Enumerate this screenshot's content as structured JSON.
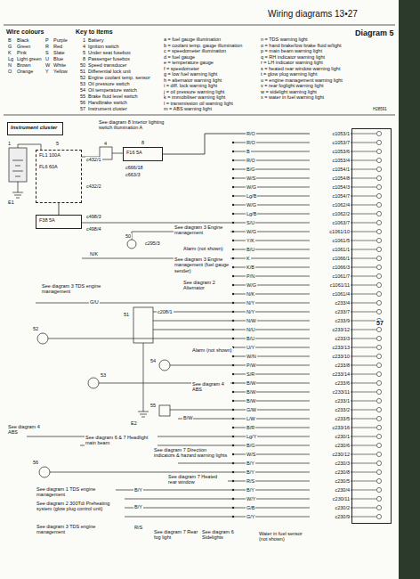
{
  "diagram": {
    "nodes": [
      {
        "text": [
          "Instrument cluster"
        ]
      },
      {
        "text": [
          "FL1 100A",
          "FL6 60A"
        ]
      },
      {
        "text": [
          "F38 5A"
        ]
      },
      {
        "text": [
          "F16 5A"
        ]
      },
      {
        "text": [
          "57"
        ]
      }
    ],
    "edges": [
      {
        "from": 1,
        "to": 2,
        "arrow": "none"
      },
      {
        "from": 3,
        "to": 4,
        "arrow": "none"
      }
    ],
    "labels": [
      "Wiring diagrams 13•27",
      "Diagram 5",
      "H28591",
      "Wire colours",
      "B",
      "Black",
      "P",
      "Purple",
      "G",
      "Green",
      "R",
      "Red",
      "K",
      "Pink",
      "S",
      "Slate",
      "Lg",
      "Light green",
      "U",
      "Blue",
      "N",
      "Brown",
      "W",
      "White",
      "O",
      "Orange",
      "Y",
      "Yellow",
      "Key to items",
      "1",
      "Battery",
      "4",
      "Ignition switch",
      "5",
      "Under seat fusebox",
      "8",
      "Passenger fusebox",
      "50",
      "Speed transducer",
      "51",
      "Differential lock unit",
      "52",
      "Engine coolant temp. sensor",
      "53",
      "Oil pressure switch",
      "54",
      "Oil temperature switch",
      "55",
      "Brake fluid level switch",
      "56",
      "Handbrake switch",
      "57",
      "Instrument cluster",
      "a = fuel gauge illumination",
      "b = coolant temp. gauge illumination",
      "c = speedometer illumination",
      "d = fuel gauge",
      "e = temperature gauge",
      "f = speedometer",
      "g = low fuel warning light",
      "h = alternator warning light",
      "i = diff. lock warning light",
      "j = oil pressure warning light",
      "k = immobiliser warning light",
      "l = transmission oil warning light",
      "m = ABS warning light",
      "n = TDS warning light",
      "o = hand brake/low brake fluid w/light",
      "p = main beam warning light",
      "q = RH indicator warning light",
      "r = LH indicator warning light",
      "s = heated rear window warning light",
      "t = glow plug warning light",
      "u = engine management warning light",
      "v = rear foglight warning light",
      "w = sidelight warning light",
      "x = water in fuel warning light",
      "c1053/1",
      "c1053/7",
      "c1053/6",
      "c1053/4",
      "c1054/1",
      "c1054/8",
      "c1054/3",
      "c1054/7",
      "c1062/4",
      "c1062/2",
      "c1063/7",
      "c1061/10",
      "c1061/5",
      "c1061/1",
      "c1066/1",
      "c1066/3",
      "c1061/7",
      "c1061/11",
      "c1061/4",
      "c233/4",
      "c233/7",
      "c233/9",
      "c233/12",
      "c233/3",
      "c233/13",
      "c233/10",
      "c233/8",
      "c233/14",
      "c233/6",
      "c233/11",
      "c233/1",
      "c233/2",
      "c233/5",
      "c233/16",
      "c230/1",
      "c230/6",
      "c230/12",
      "c230/3",
      "c230/8",
      "c230/5",
      "c230/4",
      "c230/11",
      "c230/2",
      "c230/9",
      "R/O",
      "R/O",
      "B",
      "R/O",
      "B/G",
      "W/S",
      "W/G",
      "Lg/B",
      "W/G",
      "Lg/B",
      "S/U",
      "W/G",
      "Y/K",
      "B/U",
      "K",
      "K/B",
      "P/N",
      "W/G",
      "N/K",
      "N/Y",
      "N/Y",
      "N/W",
      "N/U",
      "B/U",
      "U/Y",
      "W/N",
      "P/W",
      "S/R",
      "B/W",
      "B/W",
      "B/W",
      "G/W",
      "L/W",
      "B/R",
      "Lg/Y",
      "B/G",
      "W/S",
      "B/Y",
      "B/Y",
      "R/S",
      "B/Y",
      "W/Y",
      "G/B",
      "G/Y",
      "1",
      "E1",
      "5",
      "c432/1",
      "c432/2",
      "c498/3",
      "c498/4",
      "4",
      "8",
      "c666/18",
      "c663/3",
      "See diagram 8 Interior lighting switch illumination A",
      "50",
      "c295/3",
      "See diagram 3 Engine management",
      "Alarm (not shown)",
      "See diagram 3 Engine management (fuel gauge sender)",
      "See diagram 2 Alternator",
      "See diagram 3 TDS engine management",
      "G/U",
      "N/K",
      "51",
      "c208/1",
      "52",
      "53",
      "54",
      "Alarm (not shown)",
      "E2",
      "55",
      "See diagram 4 ABS",
      "B/W",
      "See diagram 4 ABS",
      "See diagram 6 & 7 Headlight main beam",
      "56",
      "See diagram 7 Direction indicators & hazard warning lights",
      "See diagram 7 Heated rear window",
      "See diagram 1 TDS engine management",
      "B/Y",
      "See diagram 2 300Tdi Preheating system (glow plug control unit)",
      "B/Y",
      "See diagram 3 TDS engine management",
      "R/S",
      "See diagram 7 Rear fog light",
      "See diagram 6 Sidelights",
      "Water in fuel sensor (not shown)"
    ]
  }
}
